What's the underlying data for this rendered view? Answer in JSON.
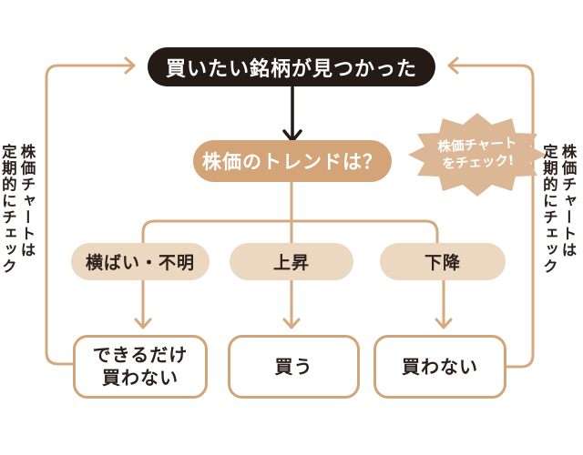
{
  "flow": {
    "start": "買いたい銘柄が見つかった",
    "question": "株価のトレンドは？",
    "callout": "株価チャート\nをチェック!",
    "branches": [
      {
        "condition": "横ばい・不明",
        "action": "できるだけ\n買わない"
      },
      {
        "condition": "上昇",
        "action": "買う"
      },
      {
        "condition": "下降",
        "action": "買わない"
      }
    ],
    "side_notes": {
      "left": "株価チャートは\n定期的にチェック",
      "right": "株価チャートは\n定期的にチェック"
    }
  },
  "colors": {
    "ink_black": "#251b16",
    "tan_medium": "#d2a478",
    "tan_light": "#ecd7c0",
    "burst_tan": "#dcb795",
    "connector_tan": "#d5a87d",
    "background": "#ffffff"
  }
}
